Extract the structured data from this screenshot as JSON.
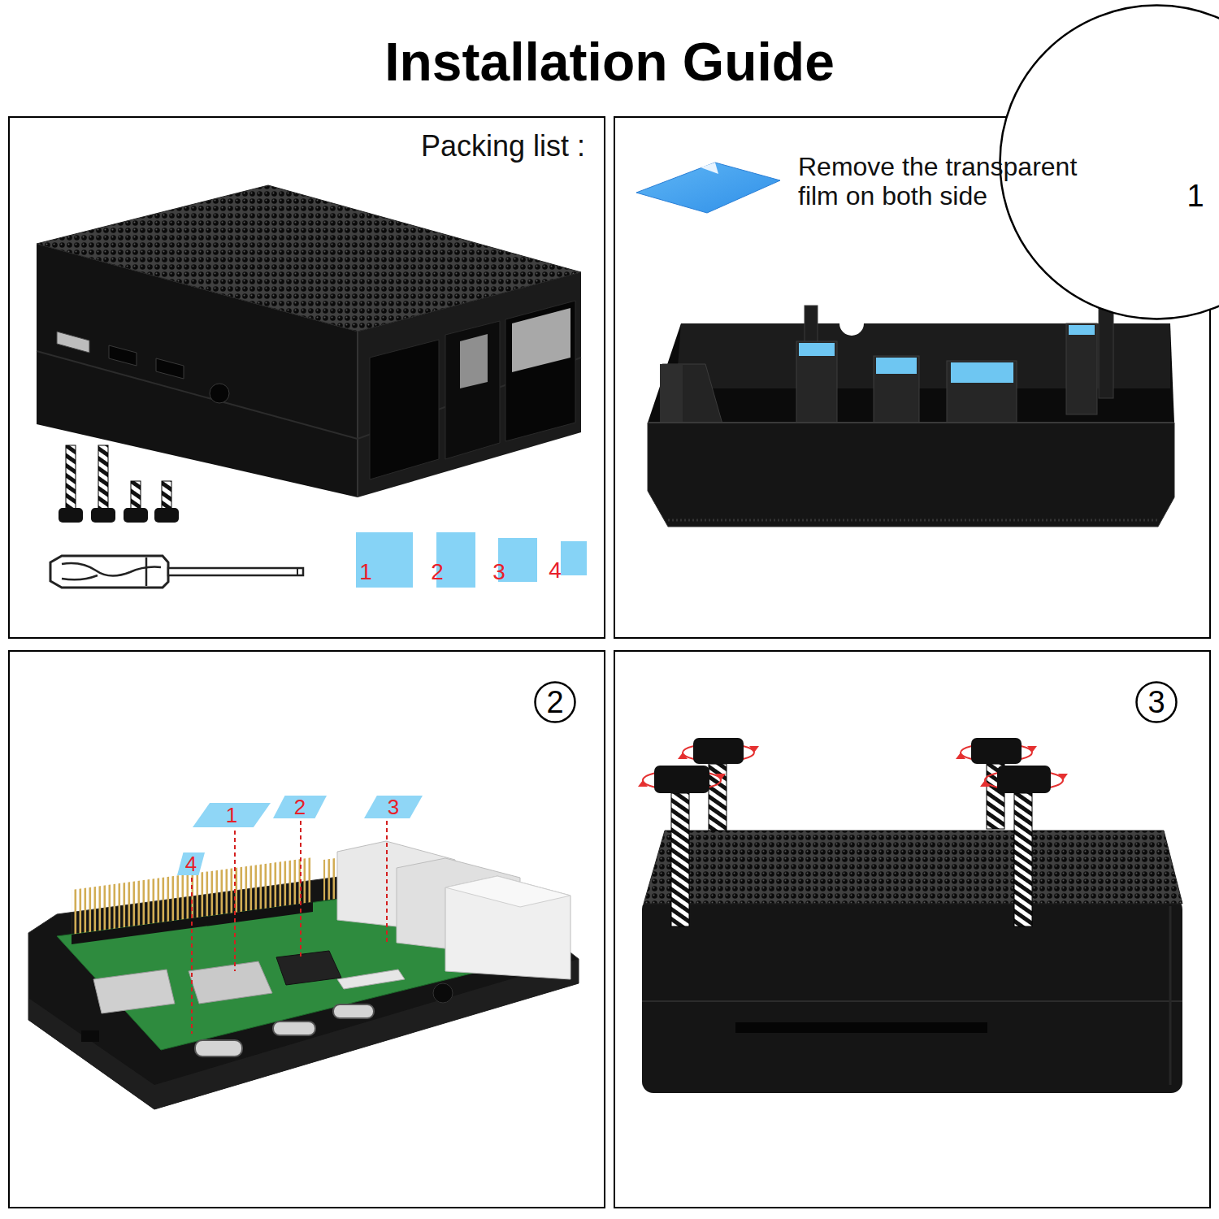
{
  "diagram": {
    "title": "Installation Guide",
    "nodes": [
      {
        "text": [
          "Packing list :"
        ]
      },
      {
        "text": [
          "1"
        ],
        "in": 0
      },
      {
        "text": [
          "2"
        ],
        "in": 0
      },
      {
        "text": [
          "3"
        ],
        "in": 0
      },
      {
        "text": [
          "4"
        ],
        "in": 0
      },
      {
        "text": [
          "Remove the transparent film on both side"
        ]
      },
      {
        "text": [
          "1"
        ],
        "in": 5
      },
      {
        "text": [
          "2"
        ]
      },
      {
        "text": [
          "1"
        ]
      },
      {
        "text": [
          "2"
        ]
      },
      {
        "text": [
          "3"
        ]
      },
      {
        "text": [
          "4"
        ]
      },
      {
        "text": [
          "3"
        ]
      }
    ]
  }
}
